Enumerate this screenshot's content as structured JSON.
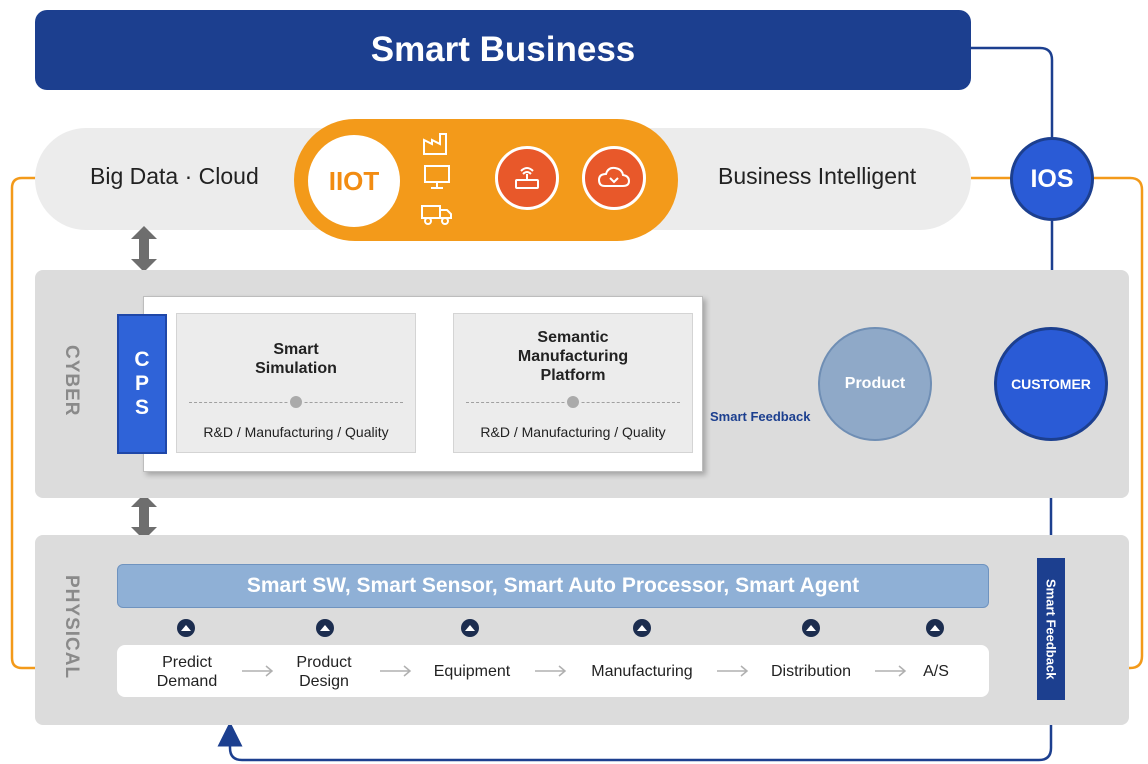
{
  "header": {
    "title": "Smart Business"
  },
  "cloud_band": {
    "left_label": "Big Data · Cloud",
    "center_label": "IIOT",
    "right_label": "Business Intelligent",
    "icons": [
      "factory-icon",
      "monitor-icon",
      "truck-icon",
      "router-icon",
      "cloud-icon"
    ]
  },
  "ios": {
    "label": "IOS"
  },
  "cyber": {
    "side_label": "CYBER",
    "cps_letters": [
      "C",
      "P",
      "S"
    ],
    "modules": [
      {
        "title_lines": [
          "Smart",
          "Simulation"
        ],
        "subtitle": "R&D / Manufacturing / Quality"
      },
      {
        "title_lines": [
          "Semantic",
          "Manufacturing",
          "Platform"
        ],
        "subtitle": "R&D / Manufacturing / Quality"
      }
    ],
    "product": "Product",
    "customer": "CUSTOMER",
    "feedback": "Smart Feedback"
  },
  "physical": {
    "side_label": "PHYSICAL",
    "bar_text": "Smart SW, Smart Sensor, Smart Auto Processor, Smart Agent",
    "flow": [
      {
        "lines": [
          "Predict",
          "Demand"
        ]
      },
      {
        "lines": [
          "Product",
          "Design"
        ]
      },
      {
        "lines": [
          "Equipment"
        ]
      },
      {
        "lines": [
          "Manufacturing"
        ]
      },
      {
        "lines": [
          "Distribution"
        ]
      },
      {
        "lines": [
          "A/S"
        ]
      }
    ],
    "vertical_feedback": "Smart Feedback"
  },
  "colors": {
    "navy": "#1c3f8f",
    "blue": "#2a5bd6",
    "orange": "#f39a1a",
    "orange_dark": "#e8582a",
    "grey_band": "#dcdcdc",
    "steel": "#8fb0d6"
  }
}
